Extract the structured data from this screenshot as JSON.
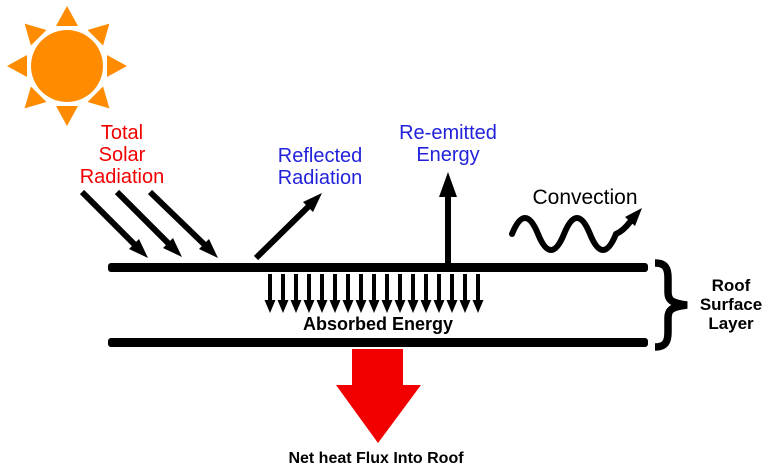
{
  "title": "Roof surface heat flux diagram",
  "colors": {
    "background": "#ffffff",
    "ink": "#000000",
    "sun": "#ff8c00",
    "red": "#f20000",
    "blue": "#2222db"
  },
  "icons": {
    "sun": "orange-circle-with-8-triangular-rays"
  },
  "labels": {
    "solar": [
      "Total",
      "Solar",
      "Radiation"
    ],
    "reflected": [
      "Reflected",
      "Radiation"
    ],
    "reemitted": [
      "Re-emitted",
      "Energy"
    ],
    "convection": "Convection",
    "absorbed": "Absorbed Energy",
    "roof_layer": [
      "Roof",
      "Surface",
      "Layer"
    ],
    "net_flux": "Net heat Flux Into Roof"
  }
}
